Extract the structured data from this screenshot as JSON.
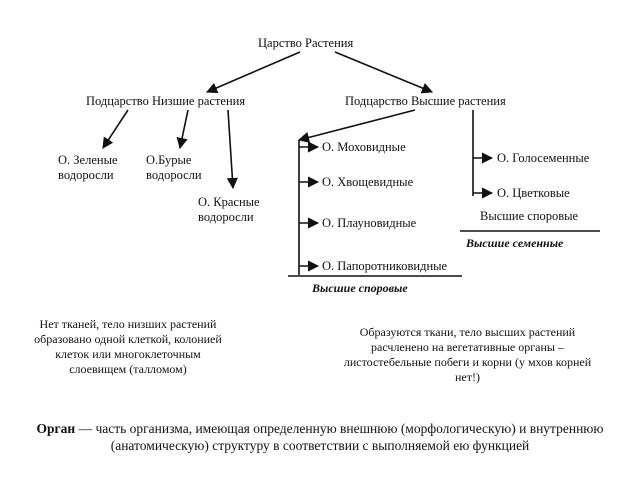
{
  "diagram": {
    "root": "Царство Растения",
    "lower": {
      "label": "Подцарство  Низшие растения",
      "children": [
        "О. Зеленые водоросли",
        "О.Бурые водоросли",
        "О. Красные водоросли"
      ]
    },
    "higher": {
      "label": "Подцарство  Высшие растения",
      "spore_children": [
        "О. Моховидные",
        "О. Хвощевидные",
        "О. Плауновидные",
        "О. Папоротниковидные"
      ],
      "seed_children": [
        "О. Голосеменные",
        "О. Цветковые"
      ],
      "spore_group_label": "Высшие споровые",
      "seed_group_label": "Высшие семенные",
      "spore_mid_label": "Высшие споровые"
    }
  },
  "notes": {
    "lower_text": "Нет тканей, тело низших растений образовано одной клеткой, колонией клеток или многоклеточным слоевищем (талломом)",
    "higher_text": "Образуются ткани, тело высших растений расчленено на вегетативные органы – листостебельные побеги и корни (у мхов корней нет!)"
  },
  "definition": {
    "term": "Орган",
    "text": " — часть организма, имеющая определенную внешнюю (морфологическую) и внутреннюю (анатомическую) структуру в соответствии с выполняемой ею функцией"
  }
}
